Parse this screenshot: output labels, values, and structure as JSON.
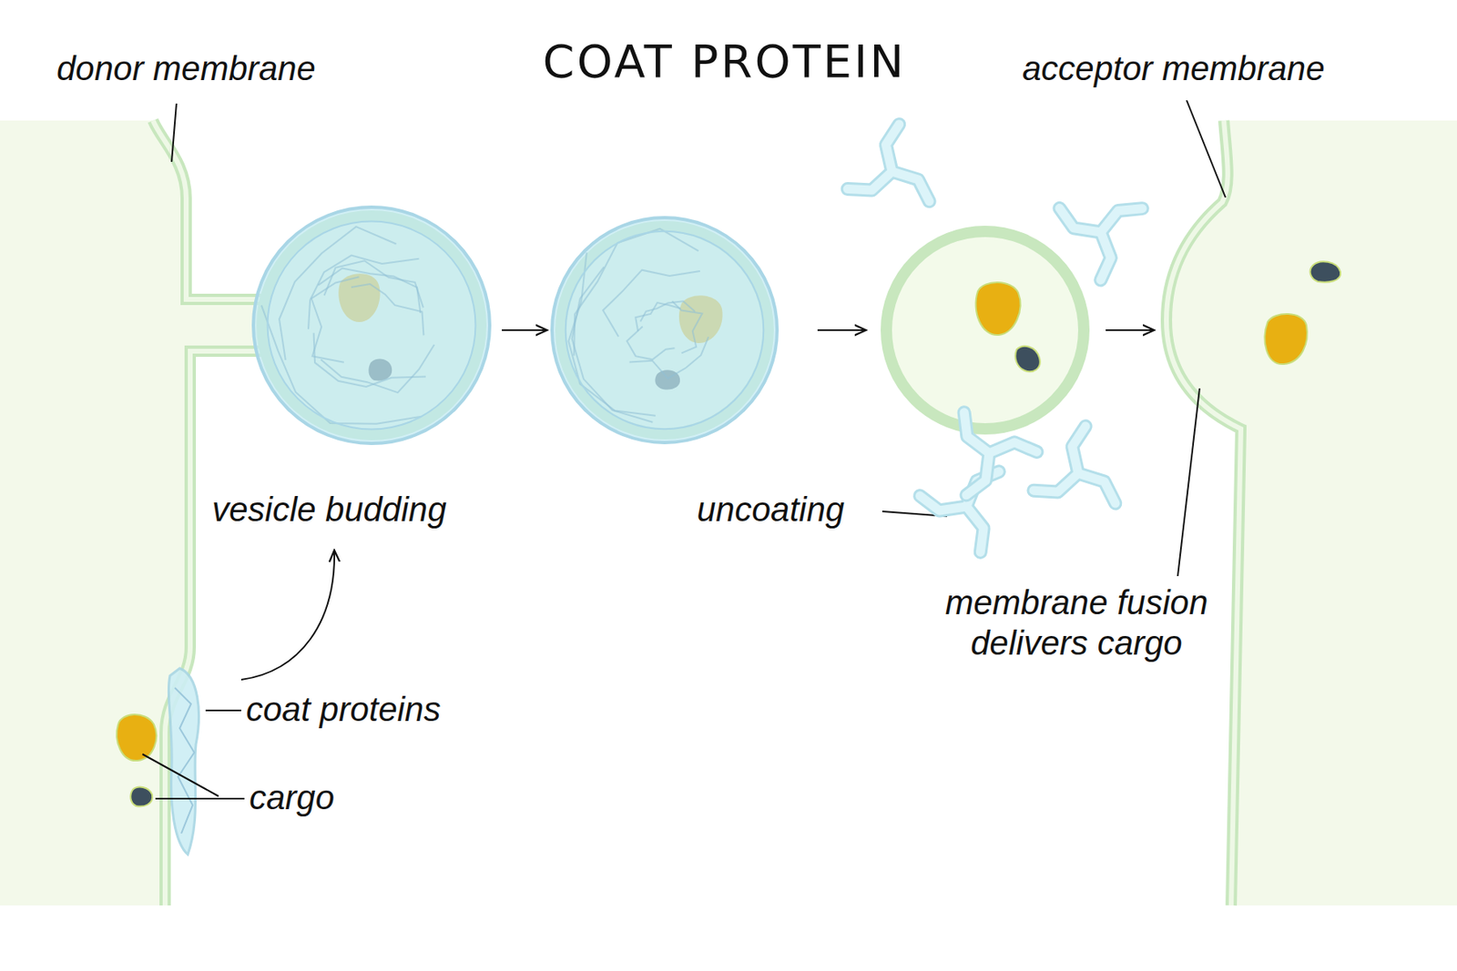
{
  "diagram": {
    "title": "COAT PROTEIN",
    "labels": [
      "donor membrane",
      "acceptor membrane",
      "vesicle budding",
      "coat proteins",
      "cargo",
      "uncoating",
      "membrane fusion delivers cargo"
    ]
  }
}
